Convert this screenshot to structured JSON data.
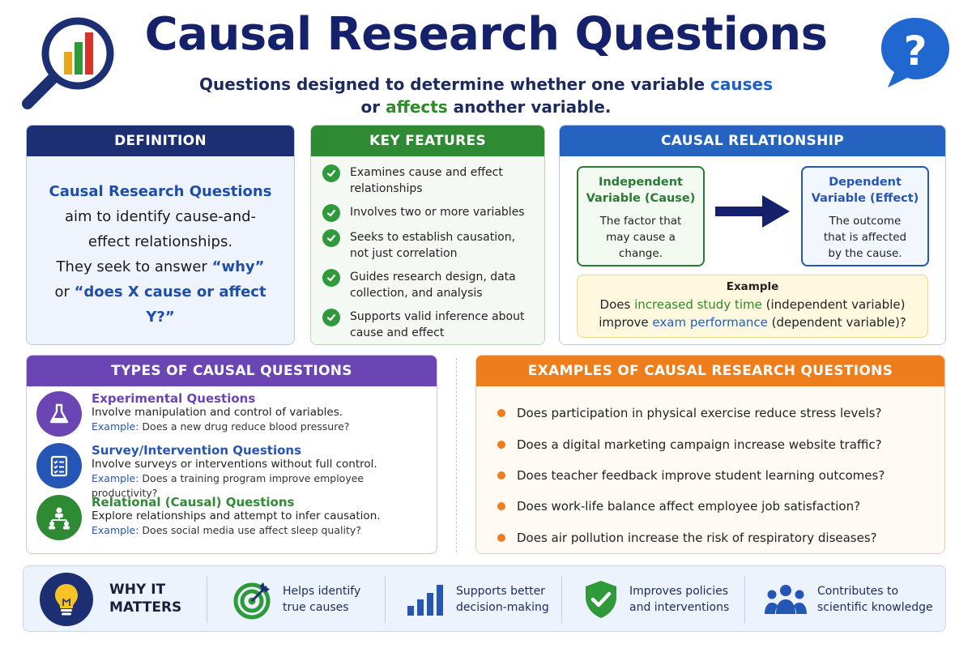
{
  "header": {
    "title": "Causal Research Questions",
    "subtitle_line1_pre": "Questions designed to determine whether one variable ",
    "subtitle_line1_hl": "causes",
    "subtitle_line2_pre": "or ",
    "subtitle_line2_hl": "affects",
    "subtitle_line2_post": " another variable."
  },
  "definition": {
    "title": "DEFINITION",
    "line1": "Causal Research Questions",
    "line2": "aim to identify cause-and-",
    "line3": "effect relationships.",
    "line4_pre": "They seek to answer ",
    "line4_hl": "“why”",
    "line5_pre": "or ",
    "line5_hl": "“does X cause or affect Y?”"
  },
  "key_features": {
    "title": "KEY FEATURES",
    "items": [
      "Examines cause and effect relationships",
      "Involves two or more variables",
      "Seeks to establish causation, not just correlation",
      "Guides research design, data collection, and analysis",
      "Supports valid inference about cause and effect"
    ]
  },
  "causal_relationship": {
    "title": "CAUSAL RELATIONSHIP",
    "independent": {
      "title_l1": "Independent",
      "title_l2": "Variable (Cause)",
      "desc_l1": "The factor that",
      "desc_l2": "may cause a",
      "desc_l3": "change."
    },
    "dependent": {
      "title_l1": "Dependent",
      "title_l2": "Variable (Effect)",
      "desc_l1": "The outcome",
      "desc_l2": "that is affected",
      "desc_l3": "by the cause."
    },
    "example": {
      "title": "Example",
      "l1_pre": "Does ",
      "l1_hl": "increased study time",
      "l1_post": " (independent variable)",
      "l2_pre": "improve ",
      "l2_hl": "exam performance",
      "l2_post": " (dependent variable)?"
    }
  },
  "types": {
    "title": "TYPES OF CAUSAL QUESTIONS",
    "example_label": "Example:",
    "items": [
      {
        "title": "Experimental Questions",
        "desc": "Involve manipulation and control of variables.",
        "example": " Does a new drug reduce blood pressure?",
        "color": "#6a45b3",
        "icon": "flask-icon"
      },
      {
        "title": "Survey/Intervention Questions",
        "desc": "Involve surveys or interventions without full control.",
        "example": " Does a training program improve employee productivity?",
        "color": "#2556b6",
        "icon": "checklist-icon"
      },
      {
        "title": "Relational (Causal) Questions",
        "desc": "Explore relationships and attempt to infer causation.",
        "example": " Does social media use affect sleep quality?",
        "color": "#2e8b33",
        "icon": "network-icon"
      }
    ]
  },
  "examples": {
    "title": "EXAMPLES OF CAUSAL RESEARCH QUESTIONS",
    "items": [
      "Does participation in physical exercise reduce stress levels?",
      "Does a digital marketing campaign increase website traffic?",
      "Does teacher feedback improve student learning outcomes?",
      "Does work-life balance affect employee job satisfaction?",
      "Does air pollution increase the risk of respiratory diseases?"
    ]
  },
  "why": {
    "label_l1": "WHY IT",
    "label_l2": "MATTERS",
    "items": [
      {
        "l1": "Helps identify",
        "l2": "true causes",
        "icon": "target-icon"
      },
      {
        "l1": "Supports better",
        "l2": "decision-making",
        "icon": "bar-chart-icon"
      },
      {
        "l1": "Improves policies",
        "l2": "and interventions",
        "icon": "shield-check-icon"
      },
      {
        "l1": "Contributes to",
        "l2": "scientific knowledge",
        "icon": "people-icon"
      }
    ]
  },
  "colors": {
    "navy": "#1c2f73",
    "green": "#2e8b33",
    "blue": "#2563c0",
    "purple": "#6a45b3",
    "orange": "#ee7d1c"
  }
}
